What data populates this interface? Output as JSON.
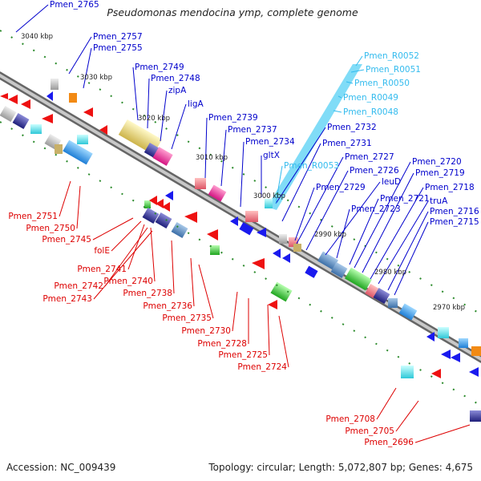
{
  "title": "Pseudomonas mendocina ymp, complete genome",
  "accession_text": "Accession: NC_009439",
  "summary_text": "Topology: circular; Length: 5,072,807 bp; Genes: 4,675",
  "scale_labels": [
    "3040 kbp",
    "3030 kbp",
    "3020 kbp",
    "3010 kbp",
    "3000 kbp",
    "2990 kbp",
    "2980 kbp",
    "2970 kbp"
  ],
  "colors": {
    "forward_label": "#0000cc",
    "reverse_label": "#dd0000",
    "rna_label": "#33bbee",
    "backbone": "#888888",
    "ticks": "#2a8a2a"
  },
  "forward_labels": [
    "Pmen_2765",
    "Pmen_2757",
    "Pmen_2755",
    "Pmen_2749",
    "Pmen_2748",
    "zipA",
    "ligA",
    "Pmen_2739",
    "Pmen_2737",
    "Pmen_2734",
    "gltX",
    "Pmen_2732",
    "Pmen_2731",
    "Pmen_2729",
    "Pmen_2727",
    "Pmen_2726",
    "leuD",
    "Pmen_2723",
    "Pmen_2721",
    "Pmen_2720",
    "Pmen_2719",
    "Pmen_2718",
    "truA",
    "Pmen_2716",
    "Pmen_2715"
  ],
  "rna_labels": [
    "Pmen_R0052",
    "Pmen_R0051",
    "Pmen_R0050",
    "Pmen_R0049",
    "Pmen_R0048",
    "Pmen_R0053"
  ],
  "reverse_labels": [
    "Pmen_2751",
    "Pmen_2750",
    "Pmen_2745",
    "folE",
    "Pmen_2741",
    "Pmen_2742",
    "Pmen_2740",
    "Pmen_2743",
    "Pmen_2738",
    "Pmen_2736",
    "Pmen_2735",
    "Pmen_2730",
    "Pmen_2728",
    "Pmen_2725",
    "Pmen_2724",
    "Pmen_2708",
    "Pmen_2705",
    "Pmen_2696"
  ]
}
